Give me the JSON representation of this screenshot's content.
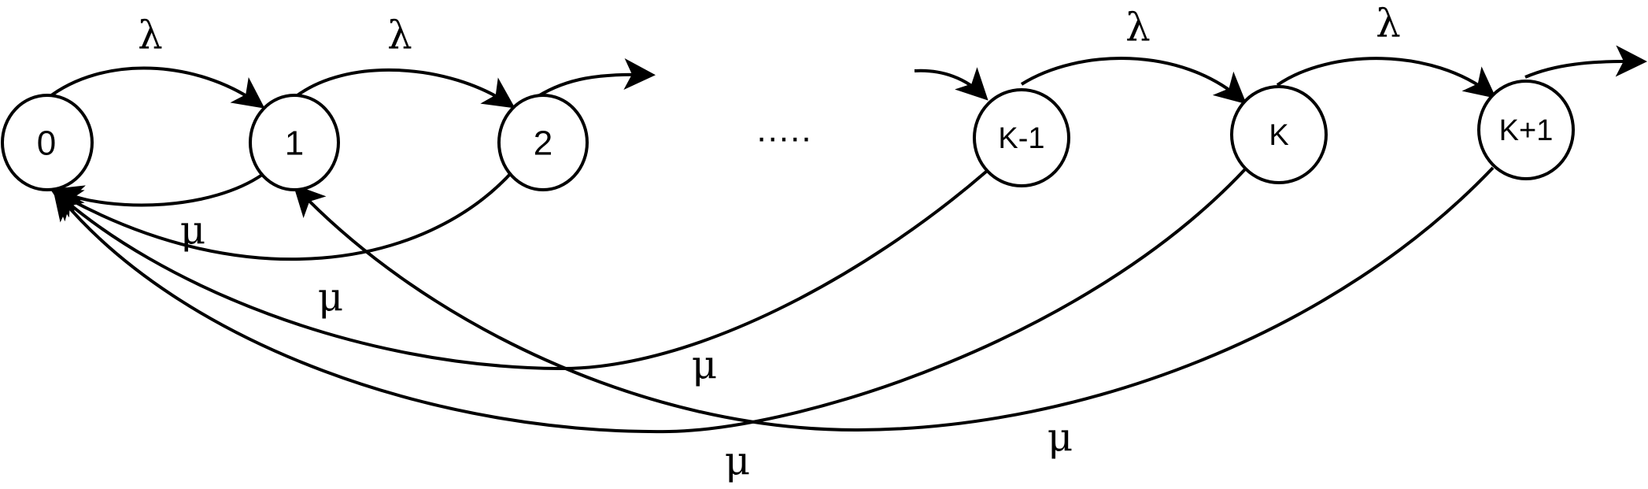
{
  "nodes": [
    {
      "id": "n0",
      "label": "0"
    },
    {
      "id": "n1",
      "label": "1"
    },
    {
      "id": "n2",
      "label": "2"
    },
    {
      "id": "nk1",
      "label": "K-1"
    },
    {
      "id": "nk",
      "label": "K"
    },
    {
      "id": "nk2",
      "label": "K+1"
    }
  ],
  "ellipsis": ".....",
  "arrival_rate": "λ",
  "service_rate": "μ",
  "colors": {
    "stroke": "#000000",
    "background": "#ffffff"
  }
}
